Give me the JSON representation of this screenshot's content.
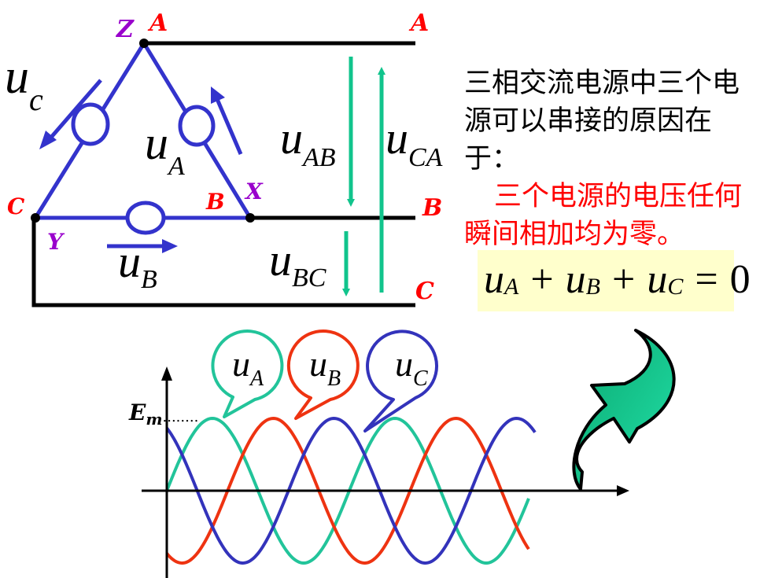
{
  "circuit": {
    "labels": {
      "Z": "Z",
      "A_top": "A",
      "A_right": "A",
      "C_left": "C",
      "Y": "Y",
      "B_node": "B",
      "X": "X",
      "B_right": "B",
      "C_right": "C"
    },
    "voltages": {
      "uA": {
        "u": "u",
        "sub": "A"
      },
      "uB": {
        "u": "u",
        "sub": "B"
      },
      "uC": {
        "u": "u",
        "sub": "c"
      },
      "uAB": {
        "u": "u",
        "sub": "AB"
      },
      "uCA": {
        "u": "u",
        "sub": "CA"
      },
      "uBC": {
        "u": "u",
        "sub": "BC"
      }
    }
  },
  "explanation": {
    "line1": "三相交流电源中三个电源可以串接的原因在于：",
    "line2": "三个电源的电压任何瞬间相加均为零。"
  },
  "equation": {
    "t1": "u",
    "s1": "A",
    "op1": "+",
    "t2": "u",
    "s2": "B",
    "op2": "+",
    "t3": "u",
    "s3": "C",
    "eq": "=",
    "rhs": "0"
  },
  "waveform": {
    "em_label": {
      "E": "E",
      "sub": "m",
      "dots": "........"
    },
    "callouts": [
      {
        "u": "u",
        "sub": "A"
      },
      {
        "u": "u",
        "sub": "B"
      },
      {
        "u": "u",
        "sub": "C"
      }
    ]
  },
  "colors": {
    "triangle": "#3333cc",
    "phaseA": "#22c49a",
    "phaseB": "#ee3311",
    "phaseC": "#3333bb",
    "labelRed": "#ff0000",
    "labelPurple": "#9900cc",
    "arrowTeal": "#11c48c",
    "arrowGreen": "#0aa870",
    "eqBox": "#ffffcc"
  }
}
